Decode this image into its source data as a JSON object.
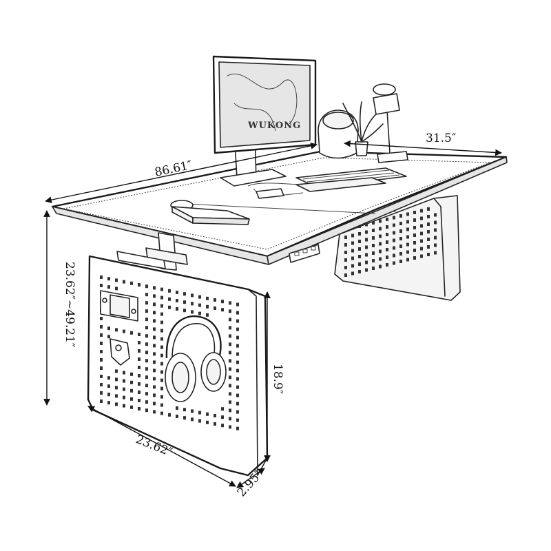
{
  "diagram": {
    "dimensions": {
      "desk_length": "86.61″",
      "desk_depth": "31.5″",
      "height_range": "23.62″~49.21″",
      "panel_height": "18.9″",
      "panel_width": "23.62″",
      "panel_thickness": "2.95″"
    },
    "monitor": {
      "screen_text": "WUKONG"
    },
    "icons": [
      "monitor-icon",
      "lamp-icon",
      "plant-icon",
      "speaker-icon",
      "keyboard-icon",
      "mouse-icon",
      "laptop-icon",
      "headphones-icon",
      "game-console-icon",
      "control-panel-icon",
      "pegboard-icon"
    ]
  }
}
